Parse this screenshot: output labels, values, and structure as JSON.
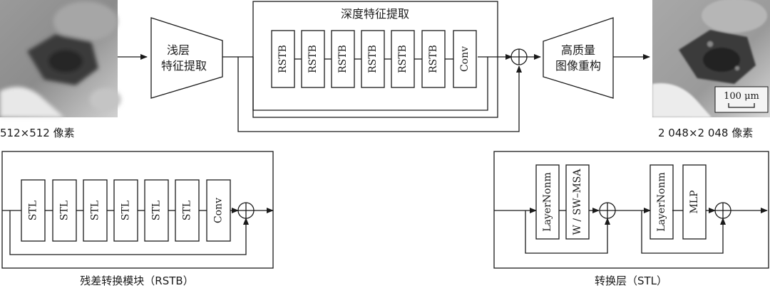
{
  "main": {
    "input_caption": "512×512 像素",
    "output_caption": "2 048×2 048 像素",
    "shallow_line1": "浅层",
    "shallow_line2": "特征提取",
    "deep_title": "深度特征提取",
    "deep_blocks": [
      "RSTB",
      "RSTB",
      "RSTB",
      "RSTB",
      "RSTB",
      "RSTB",
      "Conv"
    ],
    "recon_line1": "高质量",
    "recon_line2": "图像重构",
    "scale_bar": "100 μm"
  },
  "rstb": {
    "caption": "残差转换模块（RSTB）",
    "blocks": [
      "STL",
      "STL",
      "STL",
      "STL",
      "STL",
      "STL",
      "Conv"
    ]
  },
  "stl": {
    "caption": "转换层（STL）",
    "blocks": [
      "LayerNonm",
      "W / SW–MSA",
      "LayerNonm",
      "MLP"
    ]
  },
  "colors": {
    "stroke": "#1a1a1a",
    "background": "#ffffff"
  }
}
